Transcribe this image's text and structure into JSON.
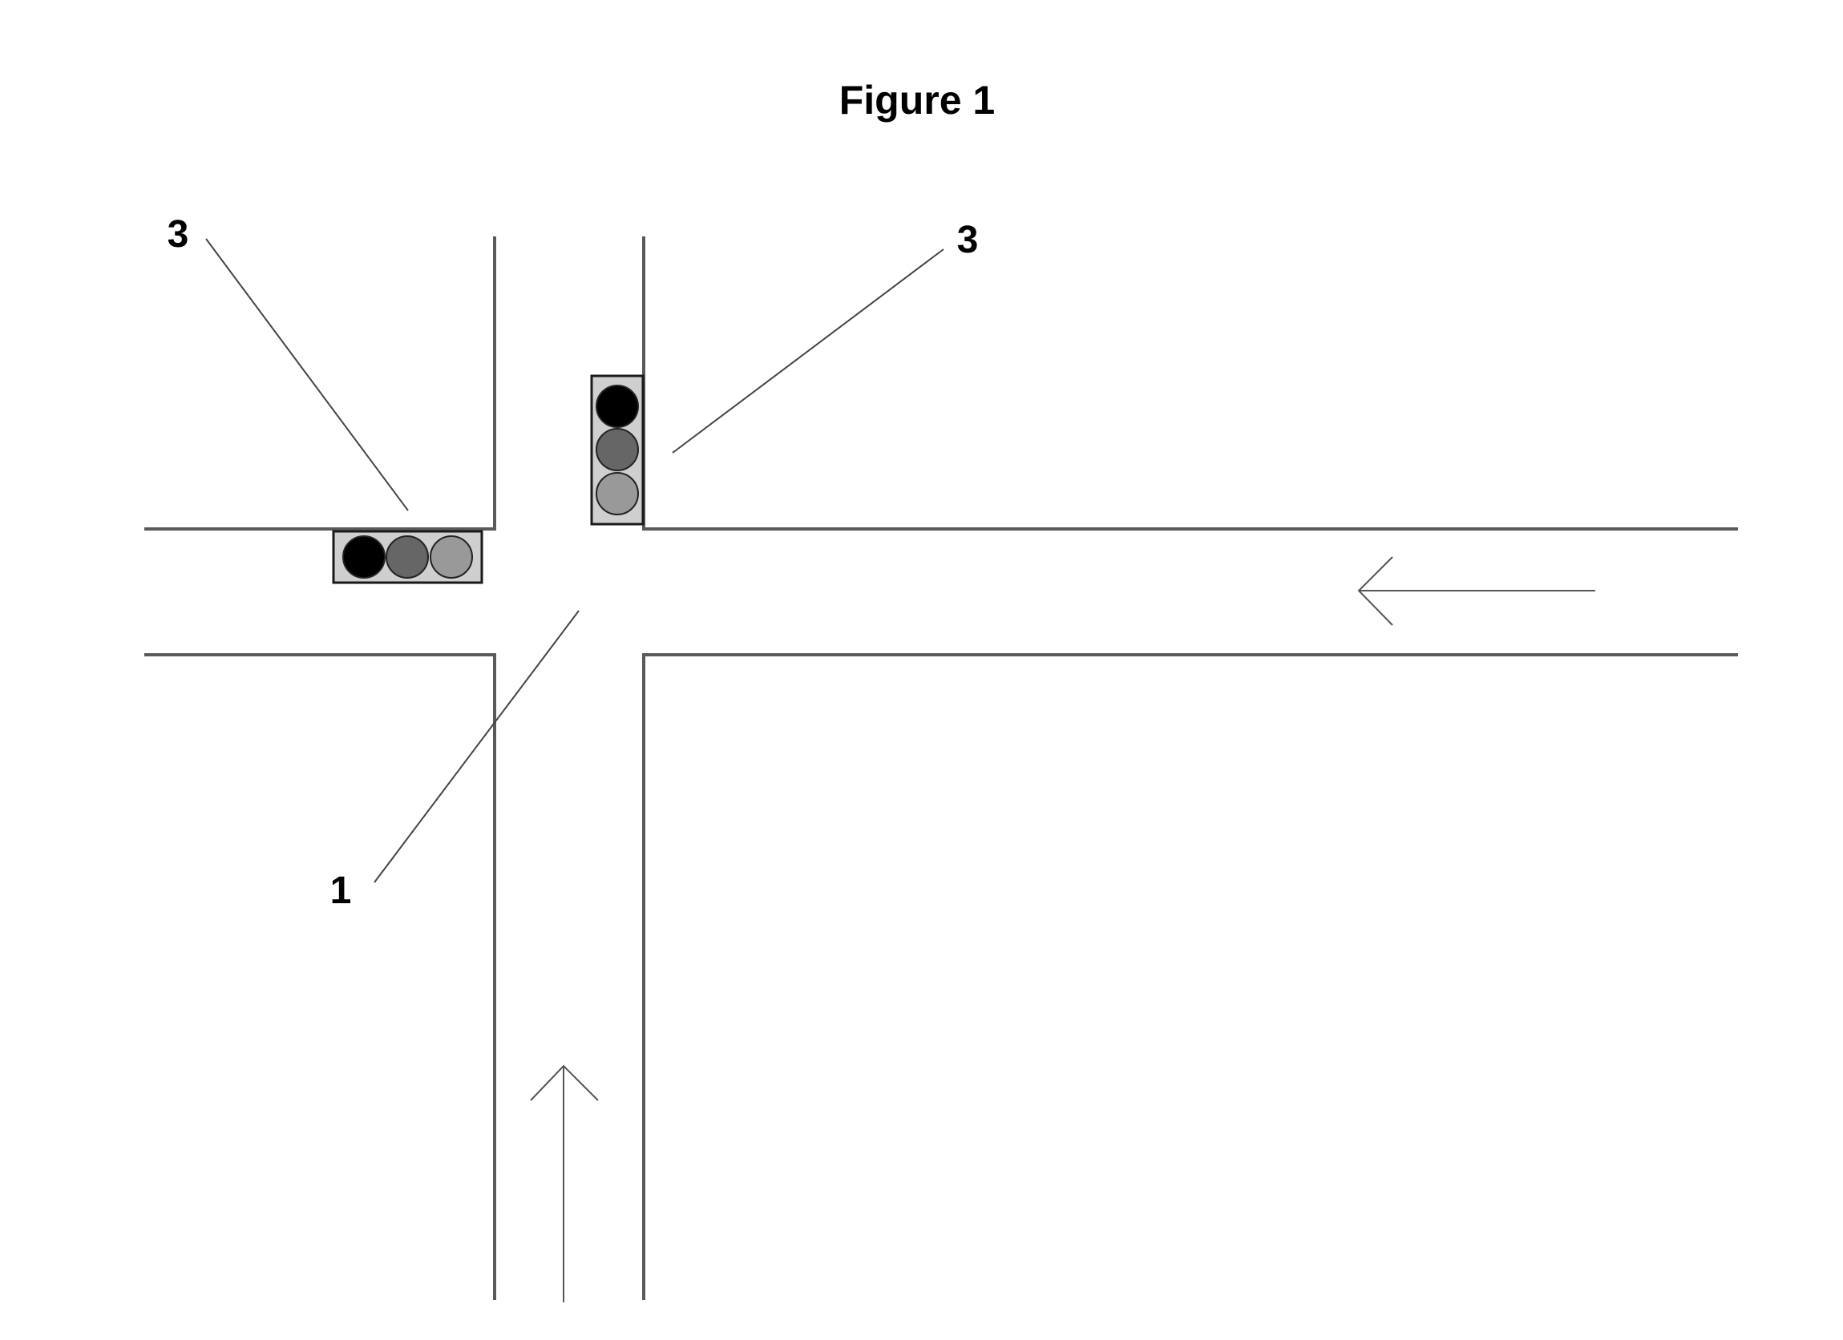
{
  "title": "Figure 1",
  "reference_labels": {
    "signal_left": "3",
    "signal_right": "3",
    "intersection": "1"
  },
  "colors": {
    "road_edge": "#5a5a5a",
    "housing_fill": "#cfcfcf",
    "lamp_top": "#000000",
    "lamp_middle": "#666666",
    "lamp_bottom": "#999999"
  }
}
